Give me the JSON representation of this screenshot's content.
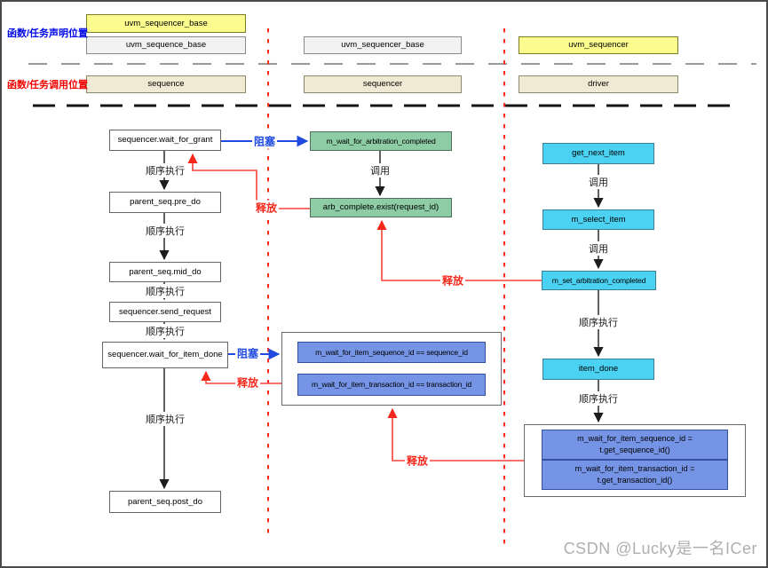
{
  "legend": {
    "declare_row_label": "函数/任务声明位置",
    "call_row_label": "函数/任务调用位置"
  },
  "header_boxes": {
    "declare_left_top": "uvm_sequencer_base",
    "declare_left_bottom": "uvm_sequence_base",
    "declare_mid": "uvm_sequencer_base",
    "declare_right": "uvm_sequencer",
    "call_left": "sequence",
    "call_mid": "sequencer",
    "call_right": "driver"
  },
  "sequence_flow": {
    "wait_for_grant": "sequencer.wait_for_grant",
    "pre_do": "parent_seq.pre_do",
    "mid_do": "parent_seq.mid_do",
    "send_request": "sequencer.send_request",
    "wait_for_item_done": "sequencer.wait_for_item_done",
    "post_do": "parent_seq.post_do"
  },
  "sequencer_flow": {
    "m_wait_for_arbitration_completed": "m_wait_for_arbitration_completed",
    "arb_complete_exist": "arb_complete.exist(request_id)",
    "wait_item_sequence_id": "m_wait_for_item_sequence_id == sequence_id",
    "wait_item_transaction_id": "m_wait_for_item_transaction_id == transaction_id"
  },
  "driver_flow": {
    "get_next_item": "get_next_item",
    "m_select_item": "m_select_item",
    "m_set_arbitration_completed": "m_set_arbitration_completed",
    "item_done": "item_done",
    "set_item_sequence_id": "m_wait_for_item_sequence_id =\nt.get_sequence_id()",
    "set_item_transaction_id": "m_wait_for_item_transaction_id =\nt.get_transaction_id()"
  },
  "edge_labels": {
    "sequential": "顺序执行",
    "invoke": "调用",
    "block": "阻塞",
    "release": "释放"
  },
  "colors": {
    "declare_class_highlight": "#FBFB8E",
    "declare_class": "#F2F2F2",
    "caller_class": "#F0E9D3",
    "sequencer_method": "#8DCCA5",
    "driver_method": "#4BD2F2",
    "wait_variable": "#7594E5",
    "block_arrow": "#1F49E0",
    "release_arrow": "#F5291B",
    "lane_divider": "#FF2B1A"
  },
  "watermark": "CSDN @Lucky是一名ICer"
}
